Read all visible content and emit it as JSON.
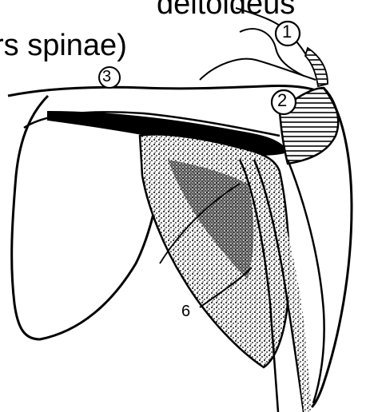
{
  "caption": {
    "line1": "deltoideus",
    "line2": "rs spinae)"
  },
  "labels": {
    "one": "1",
    "two": "2",
    "three": "3",
    "six": "6"
  },
  "colors": {
    "ink": "#000000",
    "paper": "#ffffff"
  }
}
